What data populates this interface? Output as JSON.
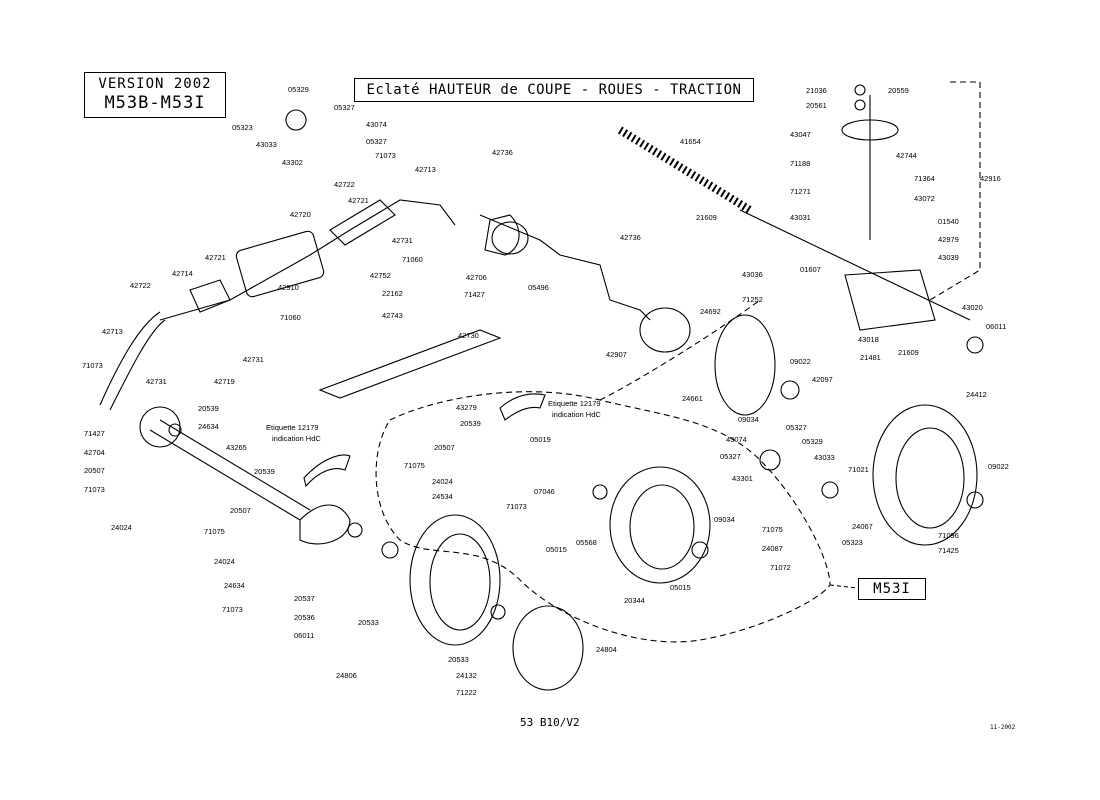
{
  "header": {
    "version_line1": "VERSION 2002",
    "version_line2": "M53B-M53I",
    "title": "Eclaté HAUTEUR de COUPE - ROUES - TRACTION"
  },
  "variant_label": "M53I",
  "footer": {
    "reference": "53 B10/V2",
    "date": "11-2002"
  },
  "notes": {
    "etiquette_left_1": "Etiquette 12179",
    "etiquette_left_2": "indication HdC",
    "etiquette_right_1": "Etiquette 12179",
    "etiquette_right_2": "indication HdC"
  },
  "part_labels": [
    "05329",
    "05327",
    "43074",
    "05327",
    "05323",
    "43033",
    "43302",
    "71073",
    "42713",
    "42722",
    "42721",
    "42720",
    "42731",
    "71060",
    "42752",
    "22162",
    "42743",
    "42910",
    "42721",
    "42714",
    "42722",
    "42719",
    "71060",
    "42731",
    "42713",
    "71073",
    "42731",
    "71427",
    "42704",
    "20539",
    "24634",
    "43265",
    "20507",
    "71073",
    "20539",
    "24024",
    "20507",
    "71075",
    "24024",
    "24634",
    "71073",
    "20537",
    "20536",
    "06011",
    "20533",
    "24806",
    "20533",
    "24132",
    "71222",
    "24804",
    "42736",
    "42706",
    "71427",
    "05496",
    "42736",
    "41654",
    "21609",
    "42907",
    "24692",
    "24661",
    "42730",
    "43279",
    "20539",
    "20507",
    "71075",
    "24024",
    "24534",
    "71073",
    "05019",
    "07046",
    "05015",
    "05568",
    "05015",
    "20344",
    "43036",
    "71252",
    "01607",
    "43031",
    "21481",
    "21609",
    "43018",
    "43020",
    "06011",
    "09022",
    "42097",
    "09034",
    "43074",
    "05327",
    "05329",
    "05327",
    "43033",
    "43301",
    "71021",
    "24067",
    "05323",
    "24412",
    "09022",
    "71096",
    "71425",
    "09034",
    "71075",
    "24087",
    "71072",
    "20559",
    "21036",
    "20561",
    "43047",
    "42744",
    "71188",
    "71364",
    "42916",
    "71271",
    "43072",
    "01540",
    "42979",
    "43039"
  ]
}
